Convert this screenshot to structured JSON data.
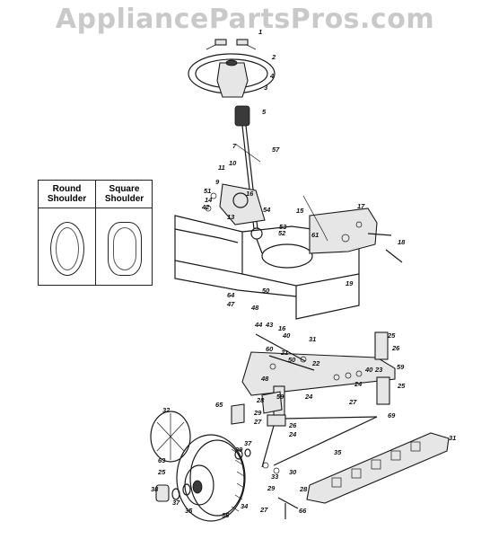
{
  "watermark": "AppliancePartsPros.com",
  "legend": {
    "round_label": "Round Shoulder",
    "square_label": "Square Shoulder"
  },
  "callouts": [
    "1",
    "2",
    "4",
    "3",
    "5",
    "7",
    "57",
    "10",
    "11",
    "9",
    "16",
    "51",
    "14",
    "42",
    "13",
    "54",
    "53",
    "52",
    "15",
    "17",
    "61",
    "18",
    "19",
    "64",
    "50",
    "47",
    "48",
    "44",
    "43",
    "16",
    "40",
    "31",
    "60",
    "21",
    "50",
    "22",
    "48",
    "59",
    "24",
    "23",
    "25",
    "26",
    "40",
    "59",
    "24",
    "25",
    "27",
    "28",
    "65",
    "69",
    "29",
    "27",
    "26",
    "24",
    "32",
    "63",
    "37",
    "39",
    "35",
    "30",
    "31",
    "25",
    "38",
    "37",
    "35",
    "36",
    "34",
    "33",
    "29",
    "28",
    "27",
    "66",
    "30"
  ]
}
